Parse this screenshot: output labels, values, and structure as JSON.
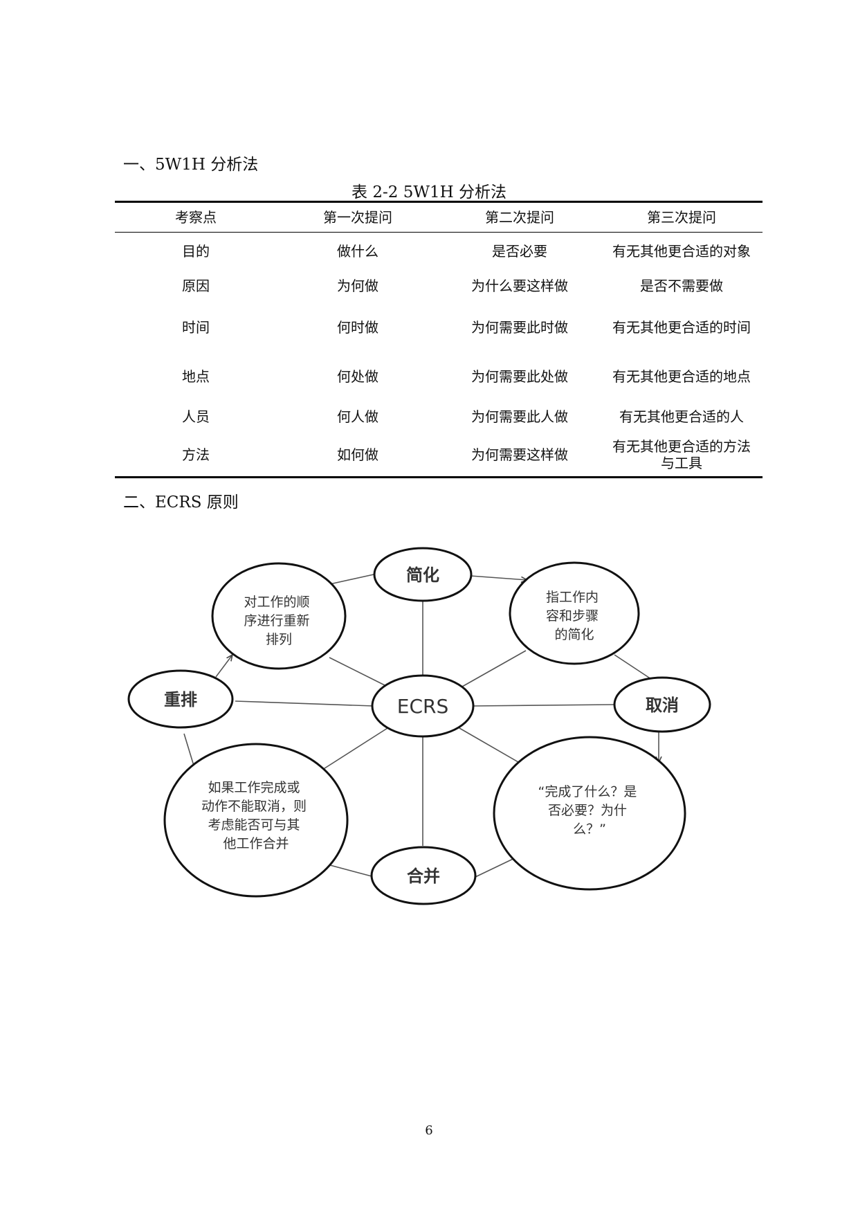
{
  "section1": {
    "heading": "一、5W1H 分析法"
  },
  "table": {
    "caption": "表 2-2 5W1H 分析法",
    "headers": [
      "考察点",
      "第一次提问",
      "第二次提问",
      "第三次提问"
    ],
    "rows": [
      [
        "目的",
        "做什么",
        "是否必要",
        "有无其他更合适的对象"
      ],
      [
        "原因",
        "为何做",
        "为什么要这样做",
        "是否不需要做"
      ],
      [
        "时间",
        "何时做",
        "为何需要此时做",
        "有无其他更合适的时间"
      ],
      [
        "地点",
        "何处做",
        "为何需要此处做",
        "有无其他更合适的地点"
      ],
      [
        "人员",
        "何人做",
        "为何需要此人做",
        "有无其他更合适的人"
      ],
      [
        "方法",
        "如何做",
        "为何需要这样做",
        "有无其他更合适的方法与工具"
      ]
    ]
  },
  "section2": {
    "heading": "二、ECRS 原则"
  },
  "diagram": {
    "hub": "ECRS",
    "nodes": {
      "simplify": "简化",
      "eliminate": "取消",
      "combine": "合并",
      "rearrange": "重排"
    },
    "descriptions": {
      "rearrange": [
        "对工作的顺",
        "序进行重新",
        "排列"
      ],
      "simplify": [
        "指工作内",
        "容和步骤",
        "的简化"
      ],
      "eliminate": [
        "“完成了什么？是",
        "否必要？为什",
        "么？”"
      ],
      "combine": [
        "如果工作完成或",
        "动作不能取消，则",
        "考虑能否可与其",
        "他工作合并"
      ]
    }
  },
  "page_number": "6"
}
